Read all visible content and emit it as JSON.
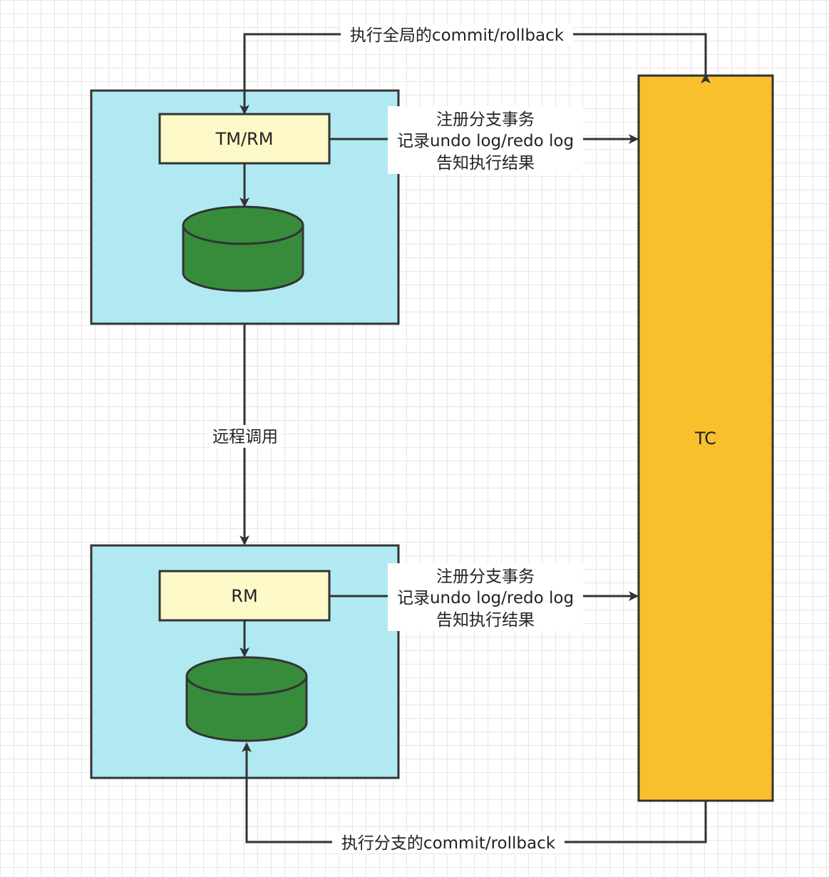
{
  "nodes": {
    "tm_rm": {
      "label": "TM/RM"
    },
    "rm": {
      "label": "RM"
    },
    "tc": {
      "label": "TC"
    }
  },
  "edges": {
    "global_commit": {
      "label": "执行全局的commit/rollback"
    },
    "branch_commit": {
      "label": "执行分支的commit/rollback"
    },
    "remote_call": {
      "label": "远程调用"
    },
    "register_top": {
      "lines": [
        "注册分支事务",
        "记录undo log/redo log",
        "告知执行结果"
      ]
    },
    "register_bottom": {
      "lines": [
        "注册分支事务",
        "记录undo log/redo log",
        "告知执行结果"
      ]
    }
  },
  "colors": {
    "container": "#b0e9f1",
    "component": "#fef9c8",
    "database": "#378c3b",
    "tc": "#f9c02e",
    "stroke": "#333333"
  }
}
